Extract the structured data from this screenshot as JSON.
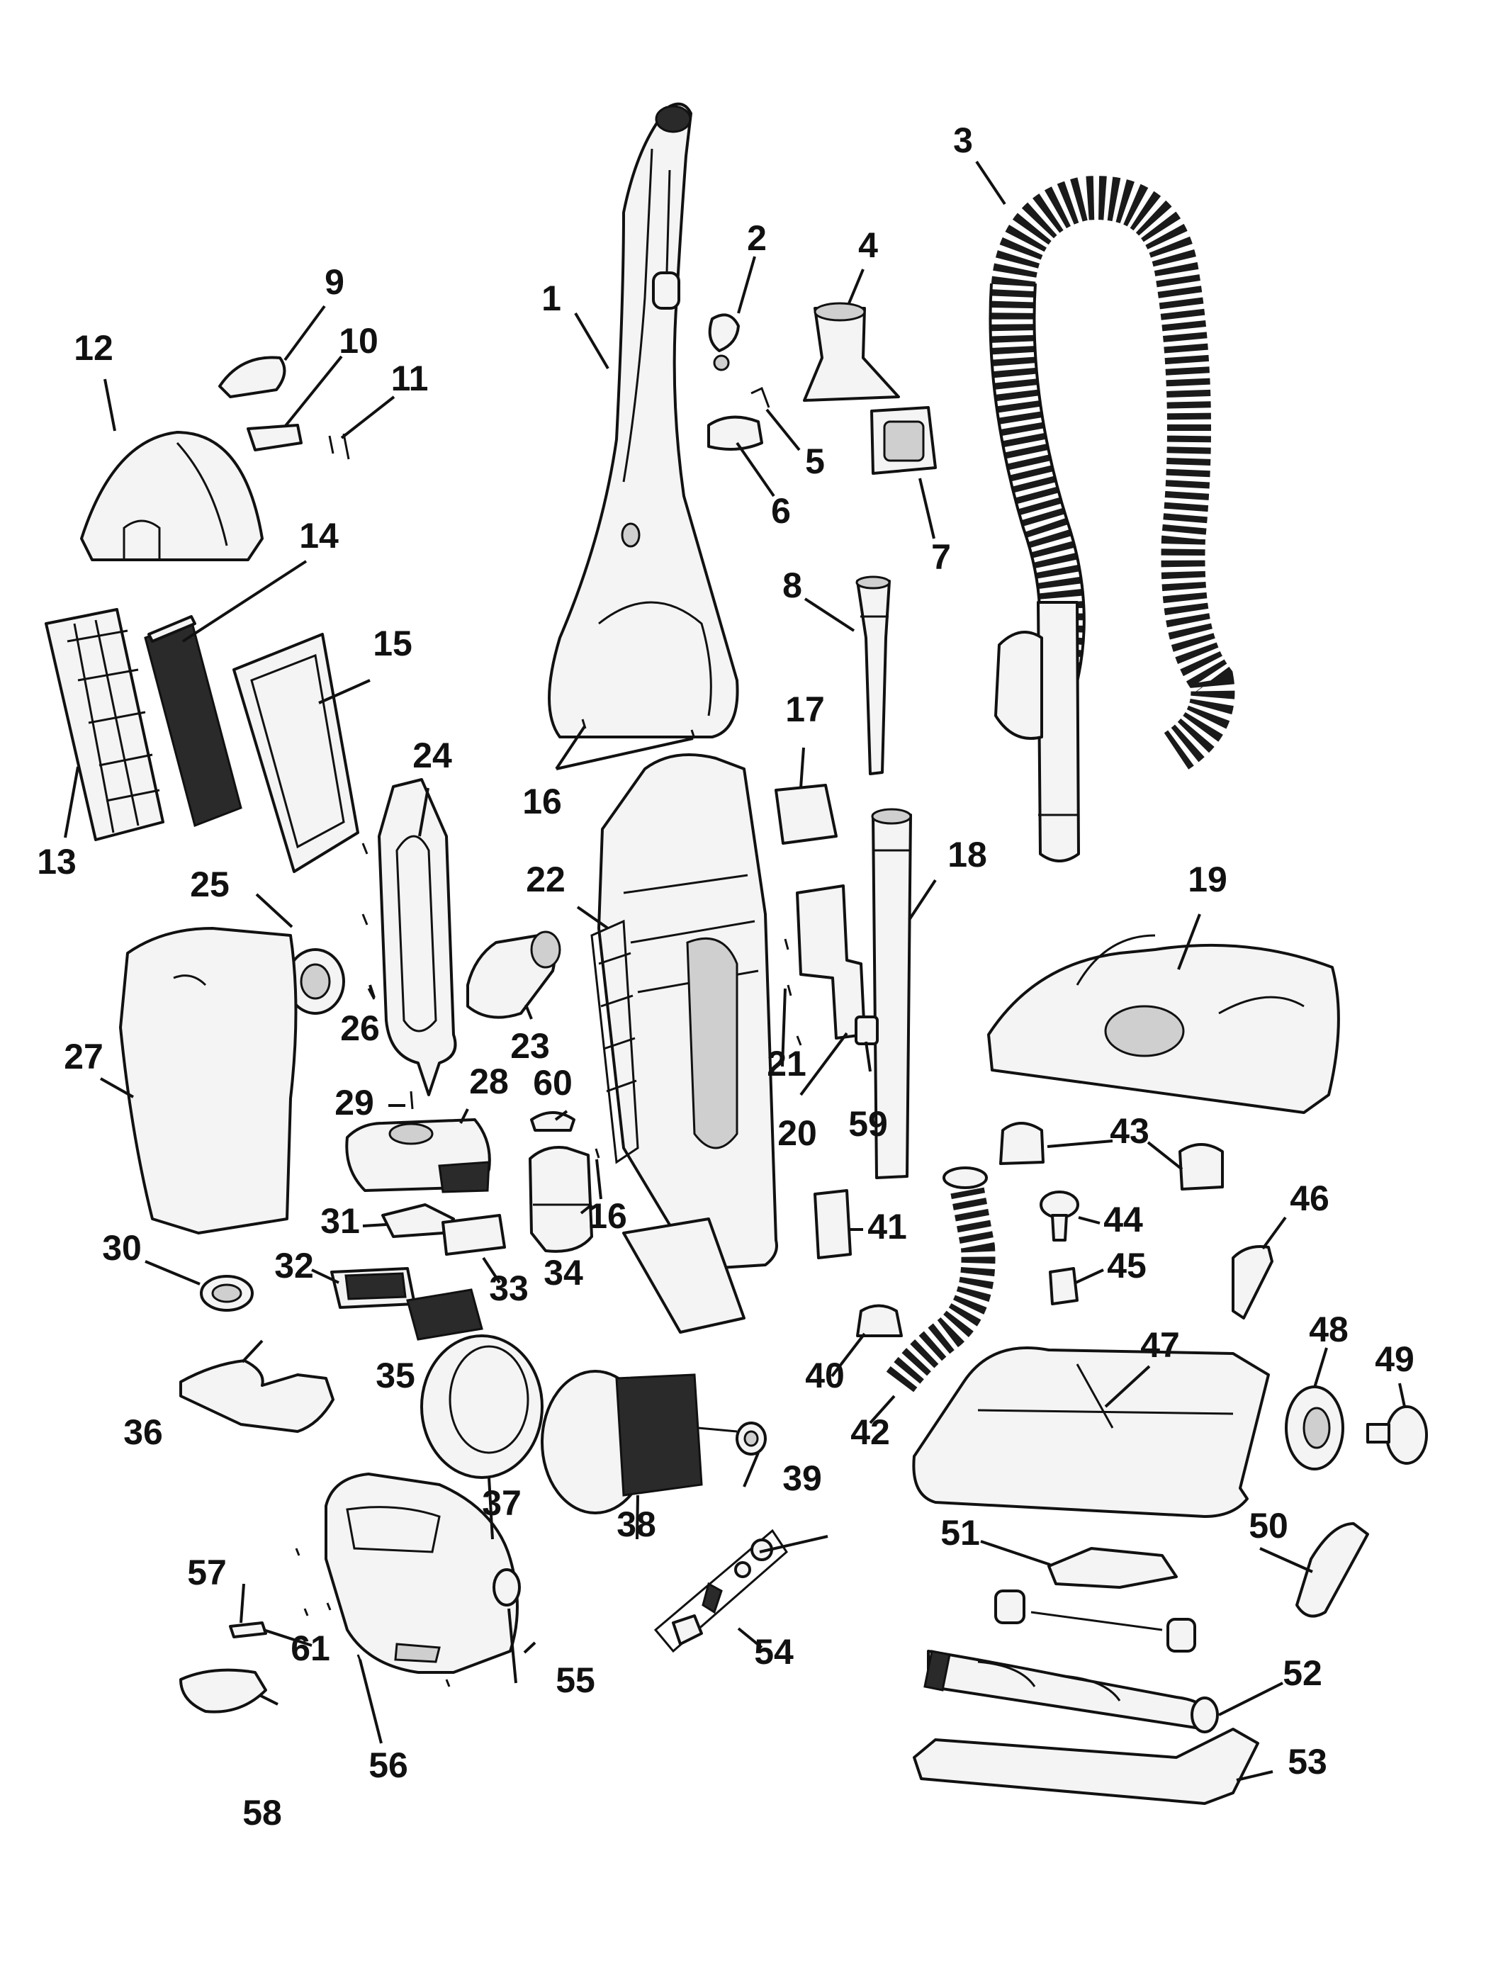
{
  "diagram": {
    "callouts": [
      "1",
      "2",
      "3",
      "4",
      "5",
      "6",
      "7",
      "8",
      "9",
      "10",
      "11",
      "12",
      "13",
      "14",
      "15",
      "16",
      "16",
      "17",
      "18",
      "19",
      "20",
      "21",
      "22",
      "23",
      "24",
      "25",
      "26",
      "27",
      "28",
      "29",
      "30",
      "31",
      "32",
      "33",
      "34",
      "35",
      "36",
      "37",
      "38",
      "39",
      "40",
      "41",
      "42",
      "43",
      "44",
      "45",
      "46",
      "47",
      "48",
      "49",
      "50",
      "51",
      "52",
      "53",
      "54",
      "55",
      "56",
      "57",
      "58",
      "59",
      "60",
      "61"
    ]
  }
}
